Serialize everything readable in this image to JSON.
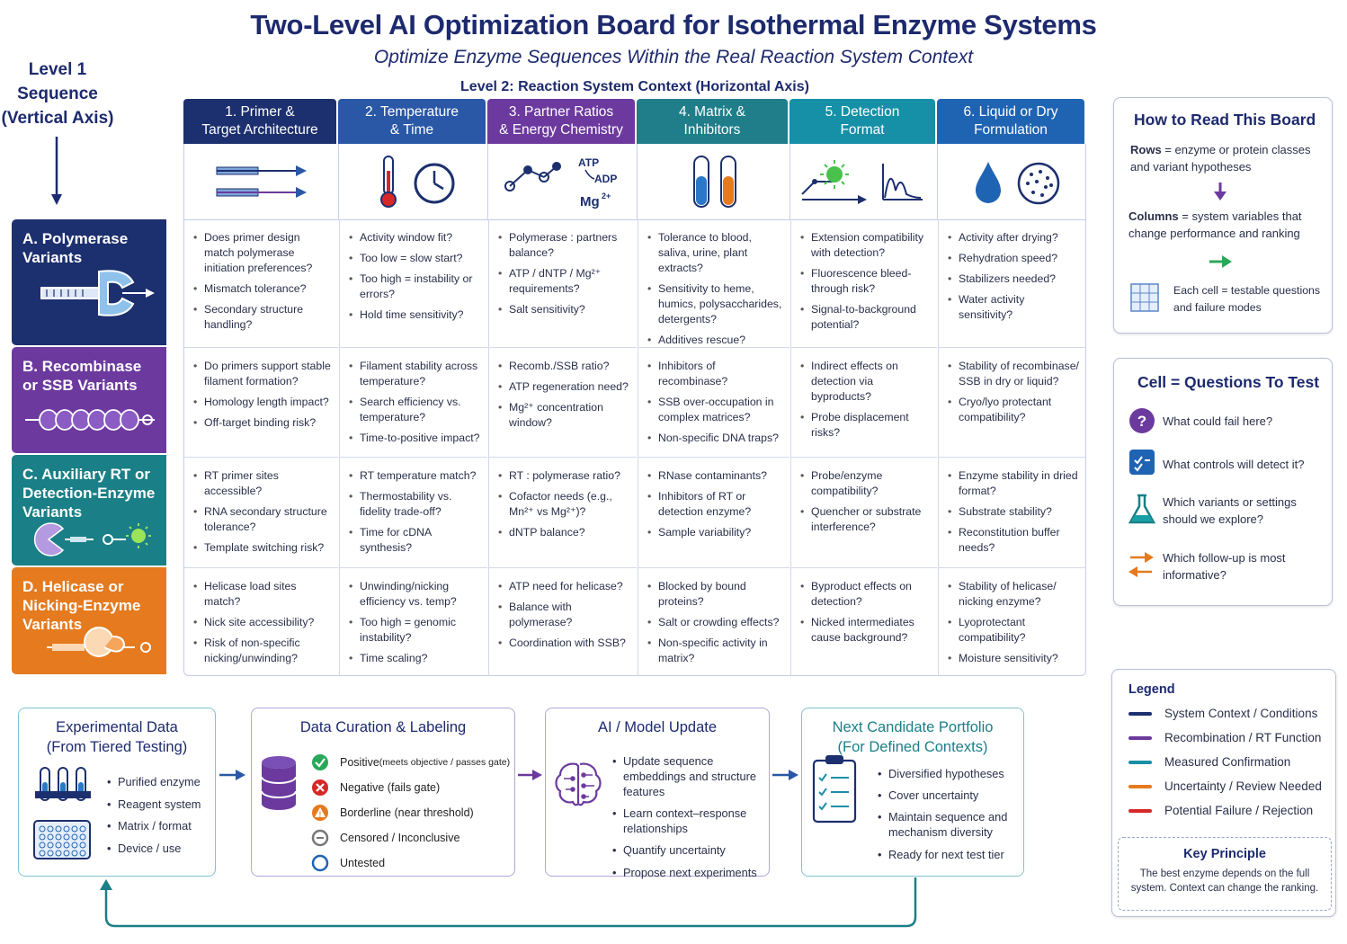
{
  "header": {
    "title": "Two-Level AI Optimization Board for Isothermal Enzyme Systems",
    "subtitle": "Optimize Enzyme Sequences Within the Real Reaction System Context",
    "level1": "Level 1 Sequence (Vertical Axis)",
    "level1_lines": [
      "Level 1",
      "Sequence",
      "(Vertical Axis)"
    ],
    "level2": "Level 2: Reaction System Context (Horizontal Axis)"
  },
  "columns": [
    {
      "line1": "1. Primer &",
      "line2": "Target Architecture",
      "color": "#1c2f6e"
    },
    {
      "line1": "2. Temperature",
      "line2": "& Time",
      "color": "#2a58a6"
    },
    {
      "line1": "3. Partner Ratios",
      "line2": "& Energy Chemistry",
      "color": "#6c3a9e"
    },
    {
      "line1": "4. Matrix &",
      "line2": "Inhibitors",
      "color": "#1f7e8a"
    },
    {
      "line1": "5. Detection",
      "line2": "Format",
      "color": "#1690a6"
    },
    {
      "line1": "6. Liquid or Dry",
      "line2": "Formulation",
      "color": "#1f64b3"
    }
  ],
  "icon_text": {
    "atp": "ATP",
    "adp": "ADP",
    "mg": "Mg",
    "mg_sup": "2+"
  },
  "rows": [
    {
      "line1": "A. Polymerase",
      "line2": "Variants",
      "line3": "",
      "color": "#1c2f6e"
    },
    {
      "line1": "B. Recombinase",
      "line2": "or SSB Variants",
      "line3": "",
      "color": "#6c3a9e"
    },
    {
      "line1": "C. Auxiliary RT or",
      "line2": "Detection-Enzyme",
      "line3": "Variants",
      "color": "#1a7f86"
    },
    {
      "line1": "D. Helicase or",
      "line2": "Nicking-Enzyme",
      "line3": "Variants",
      "color": "#e57a1e"
    }
  ],
  "cells": [
    [
      [
        "Does primer design match polymerase initiation preferences?",
        "Mismatch tolerance?",
        "Secondary structure handling?"
      ],
      [
        "Activity window fit?",
        "Too low = slow start?",
        "Too high = instability or errors?",
        "Hold time sensitivity?"
      ],
      [
        "Polymerase : partners balance?",
        "ATP / dNTP / Mg²⁺ requirements?",
        "Salt sensitivity?"
      ],
      [
        "Tolerance to blood, saliva, urine, plant extracts?",
        "Sensitivity to heme, humics, polysaccharides, detergents?",
        "Additives rescue?"
      ],
      [
        "Extension compatibility with detection?",
        "Fluorescence bleed-through risk?",
        "Signal-to-background potential?"
      ],
      [
        "Activity after drying?",
        "Rehydration speed?",
        "Stabilizers needed?",
        "Water activity sensitivity?"
      ]
    ],
    [
      [
        "Do primers support stable filament formation?",
        "Homology length impact?",
        "Off-target binding risk?"
      ],
      [
        "Filament stability across temperature?",
        "Search efficiency vs. temperature?",
        "Time-to-positive impact?"
      ],
      [
        "Recomb./SSB ratio?",
        "ATP regeneration need?",
        "Mg²⁺ concentration window?"
      ],
      [
        "Inhibitors of recombinase?",
        "SSB over-occupation in complex matrices?",
        "Non-specific DNA traps?"
      ],
      [
        "Indirect effects on detection via byproducts?",
        "Probe displacement risks?"
      ],
      [
        "Stability of recombinase/ SSB in dry or liquid?",
        "Cryo/lyo protectant compatibility?"
      ]
    ],
    [
      [
        "RT primer sites accessible?",
        "RNA secondary structure tolerance?",
        "Template switching risk?"
      ],
      [
        "RT temperature match?",
        "Thermostability vs. fidelity trade-off?",
        "Time for cDNA synthesis?"
      ],
      [
        "RT : polymerase ratio?",
        "Cofactor needs (e.g., Mn²⁺ vs Mg²⁺)?",
        "dNTP balance?"
      ],
      [
        "RNase contaminants?",
        "Inhibitors of RT or detection enzyme?",
        "Sample variability?"
      ],
      [
        "Probe/enzyme compatibility?",
        "Quencher or substrate interference?"
      ],
      [
        "Enzyme stability in dried format?",
        "Substrate stability?",
        "Reconstitution buffer needs?"
      ]
    ],
    [
      [
        "Helicase load sites match?",
        "Nick site accessibility?",
        "Risk of non-specific nicking/unwinding?"
      ],
      [
        "Unwinding/nicking efficiency vs. temp?",
        "Too high = genomic instability?",
        "Time scaling?"
      ],
      [
        "ATP need for helicase?",
        "Balance with polymerase?",
        "Coordination with SSB?"
      ],
      [
        "Blocked by bound proteins?",
        "Salt or crowding effects?",
        "Non-specific activity in matrix?"
      ],
      [
        "Byproduct effects on detection?",
        "Nicked intermediates cause background?"
      ],
      [
        "Stability of helicase/ nicking enzyme?",
        "Lyoprotectant compatibility?",
        "Moisture sensitivity?"
      ]
    ]
  ],
  "howto": {
    "title": "How to Read This Board",
    "rows_bold": "Rows",
    "rows_text": " = enzyme or protein classes and variant hypotheses",
    "cols_bold": "Columns",
    "cols_text": " = system variables that change performance and ranking",
    "cell_text": "Each cell = testable questions and failure modes"
  },
  "cellq": {
    "title": "Cell = Questions To Test",
    "items": [
      "What could fail here?",
      "What controls will detect it?",
      "Which variants or settings should we explore?",
      "Which follow-up is most informative?"
    ]
  },
  "legend": {
    "title": "Legend",
    "items": [
      {
        "label": "System Context / Conditions",
        "color": "#1c2f6e"
      },
      {
        "label": "Recombination / RT Function",
        "color": "#6c3a9e"
      },
      {
        "label": "Measured Confirmation",
        "color": "#1a8fa6"
      },
      {
        "label": "Uncertainty / Review Needed",
        "color": "#e57a1e"
      },
      {
        "label": "Potential Failure / Rejection",
        "color": "#d62828"
      }
    ],
    "key_title": "Key Principle",
    "key_text": "The best enzyme depends on the full system. Context can change the ranking."
  },
  "flow": {
    "exp": {
      "title1": "Experimental Data",
      "title2": "(From Tiered Testing)",
      "items": [
        "Purified enzyme",
        "Reagent system",
        "Matrix / format",
        "Device / use"
      ]
    },
    "cur": {
      "title": "Data Curation & Labeling",
      "items": [
        {
          "label": "Positive",
          "note": " (meets objective / passes gate)"
        },
        {
          "label": "Negative (fails gate)",
          "note": ""
        },
        {
          "label": "Borderline (near threshold)",
          "note": ""
        },
        {
          "label": "Censored / Inconclusive",
          "note": ""
        },
        {
          "label": "Untested",
          "note": ""
        }
      ]
    },
    "ai": {
      "title": "AI / Model Update",
      "items": [
        "Update sequence embeddings and structure features",
        "Learn context–response relationships",
        "Quantify uncertainty",
        "Propose next experiments"
      ]
    },
    "next": {
      "title1": "Next Candidate Portfolio",
      "title2": "(For Defined Contexts)",
      "items": [
        "Diversified hypotheses",
        "Cover uncertainty",
        "Maintain sequence and mechanism diversity",
        "Ready for next test tier"
      ]
    }
  }
}
